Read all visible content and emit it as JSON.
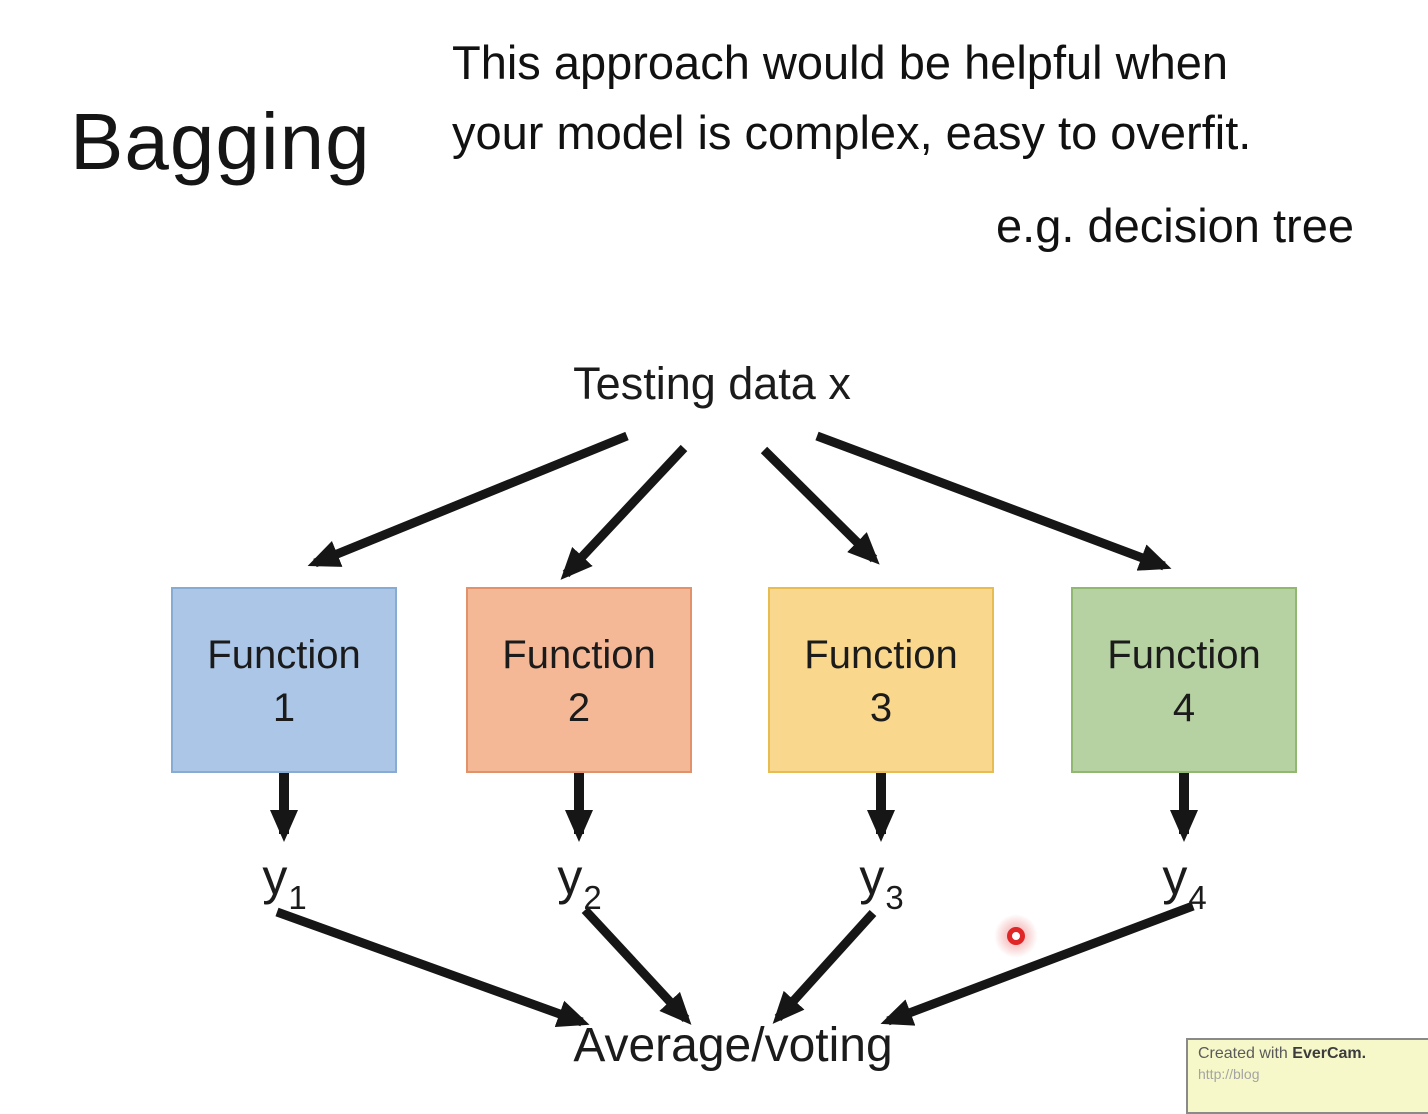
{
  "slide": {
    "title": "Bagging",
    "note_line1": "This approach would be helpful when",
    "note_line2": "your model is complex, easy to overfit.",
    "example": "e.g. decision tree"
  },
  "diagram": {
    "input_label": "Testing data x",
    "output_label": "Average/voting",
    "arrow_color": "#161616",
    "laser_pointer_color": "#e02626",
    "functions": [
      {
        "name": "Function",
        "number": "1",
        "fill": "#abc6e6",
        "border": "#88abd3"
      },
      {
        "name": "Function",
        "number": "2",
        "fill": "#f4b897",
        "border": "#e2926a"
      },
      {
        "name": "Function",
        "number": "3",
        "fill": "#f9d88d",
        "border": "#e7bd52"
      },
      {
        "name": "Function",
        "number": "4",
        "fill": "#b7d2a2",
        "border": "#90b871"
      }
    ],
    "outputs": [
      {
        "base": "y",
        "sub": "1"
      },
      {
        "base": "y",
        "sub": "2"
      },
      {
        "base": "y",
        "sub": "3"
      },
      {
        "base": "y",
        "sub": "4"
      }
    ]
  },
  "watermark": {
    "prefix": "Created with ",
    "brand": "EverCam.",
    "line2_partial": "http://blog",
    "bg": "#f7f8c9",
    "border": "#8a8a8a"
  }
}
